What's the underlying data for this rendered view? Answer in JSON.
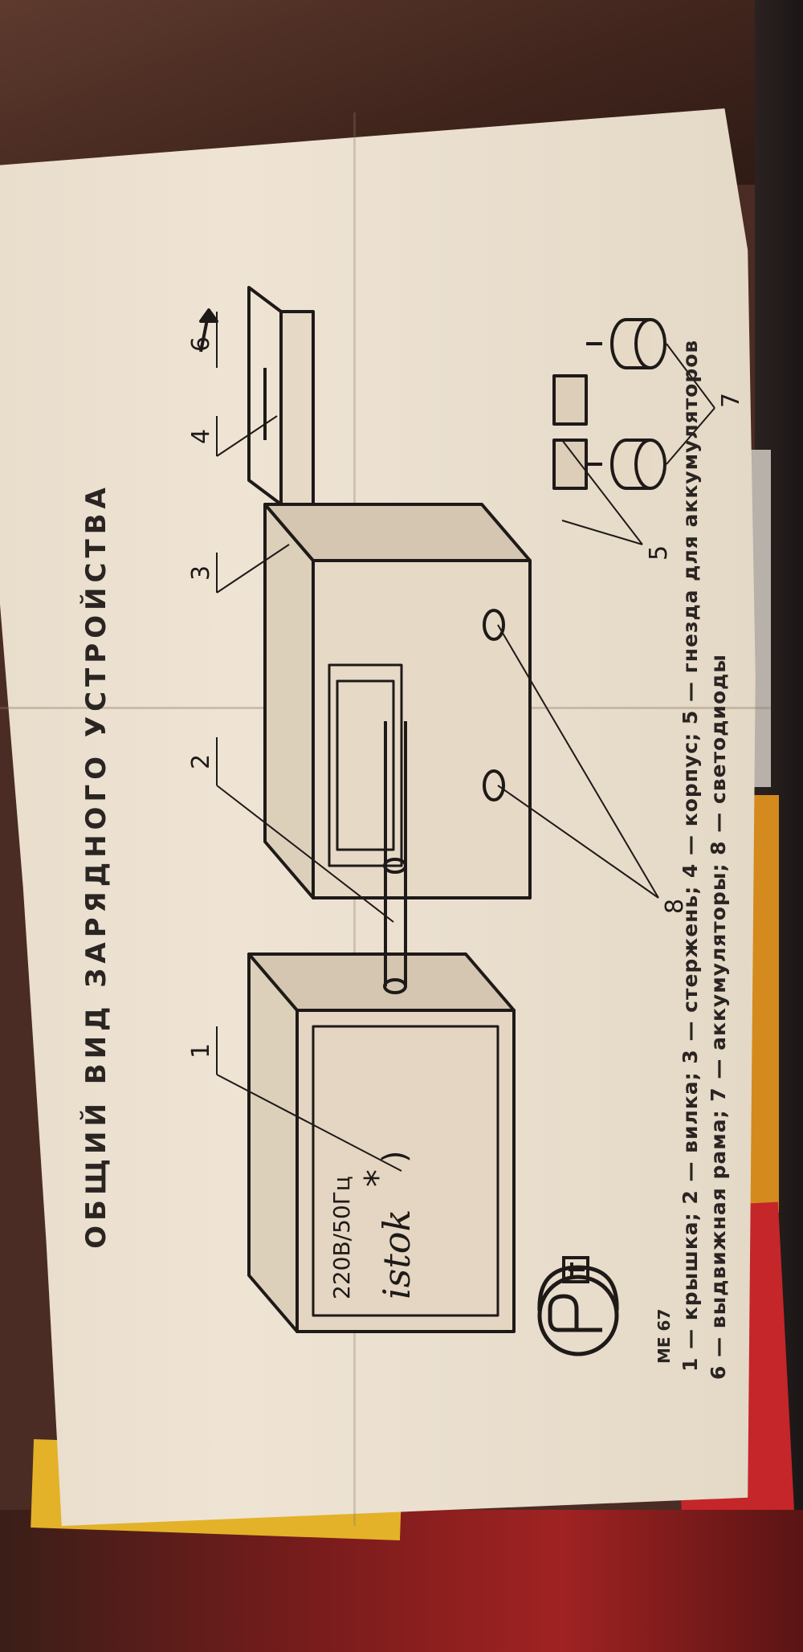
{
  "title": "ОБЩИЙ ВИД ЗАРЯДНОГО УСТРОЙСТВА",
  "legend_line1": "1 — крышка; 2 — вилка; 3 — стержень; 4 — корпус; 5 — гнезда для аккумуляторов",
  "legend_line2": "6 — выдвижная рама; 7 — аккумуляторы; 8 — светодиоды",
  "cover_rating": "220В/50Гц",
  "cover_brand": "istok",
  "cover_mark": "*",
  "cover_mark_suffix": ")",
  "certification_code": "МЕ 67",
  "callouts": [
    "1",
    "2",
    "3",
    "4",
    "5",
    "6",
    "7",
    "8"
  ]
}
